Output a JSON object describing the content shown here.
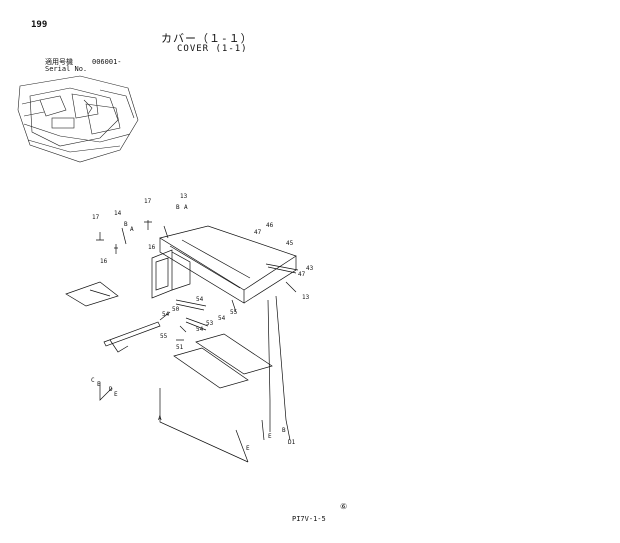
{
  "page": {
    "number": "199",
    "title_jp": "カバー（１-１）",
    "title_en": "COVER (1-1)",
    "serial_label_jp": "適用号機",
    "serial_value": "006001-",
    "serial_label_en": "Serial No.",
    "footer_code": "PI7V-1-5",
    "footer_mark": "⑥"
  },
  "callouts": {
    "c17a": "17",
    "c17b": "17",
    "c14": "14",
    "c13a": "13",
    "b1": "B",
    "a1": "A",
    "b2": "B",
    "a2": "A",
    "c16a": "16",
    "c16b": "16",
    "c46": "46",
    "c47a": "47",
    "c45": "45",
    "c43": "43",
    "c47b": "47",
    "c13b": "13",
    "c55a": "55",
    "c54a": "54",
    "c50": "50",
    "c53": "53",
    "c54b": "54",
    "c54c": "54",
    "c55b": "55",
    "c51": "51",
    "c": "C",
    "e1": "E",
    "d": "D",
    "e2": "E",
    "a3": "A",
    "e3": "E",
    "e4": "E",
    "b3": "B",
    "d2": "D1"
  },
  "colors": {
    "ink": "#111111",
    "paper": "#ffffff"
  }
}
